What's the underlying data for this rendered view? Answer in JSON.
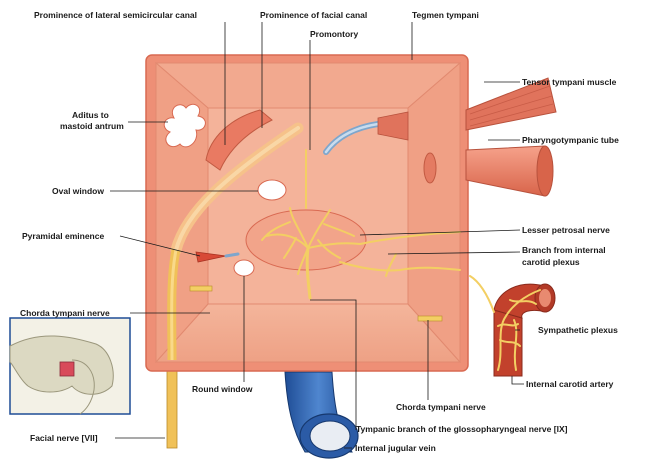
{
  "labels": {
    "lateral_canal": "Prominence of lateral semicircular canal",
    "facial_canal": "Prominence of facial canal",
    "tegmen": "Tegmen tympani",
    "promontory": "Promontory",
    "tensor": "Tensor tympani muscle",
    "pharyngotympanic": "Pharyngotympanic tube",
    "aditus_line1": "Aditus to",
    "aditus_line2": "mastoid antrum",
    "oval_window": "Oval window",
    "pyramidal": "Pyramidal eminence",
    "lesser_petrosal": "Lesser petrosal nerve",
    "carotid_branch_line1": "Branch from internal",
    "carotid_branch_line2": "carotid plexus",
    "chorda_left": "Chorda tympani nerve",
    "sympathetic": "Sympathetic plexus",
    "internal_carotid": "Internal carotid artery",
    "round_window": "Round window",
    "chorda_right": "Chorda tympani nerve",
    "tympanic_branch": "Tympanic branch of the glossopharyngeal nerve [IX]",
    "facial_nerve": "Facial nerve [VII]",
    "jugular": "Internal jugular vein"
  },
  "colors": {
    "box_face": "#f0a88e",
    "box_outer": "#ee8f76",
    "box_border": "#d96a52",
    "nerve": "#f3cf63",
    "vessel_blue": "#2f5fa8",
    "artery_red": "#c2412c",
    "muscle": "#e0735c"
  }
}
